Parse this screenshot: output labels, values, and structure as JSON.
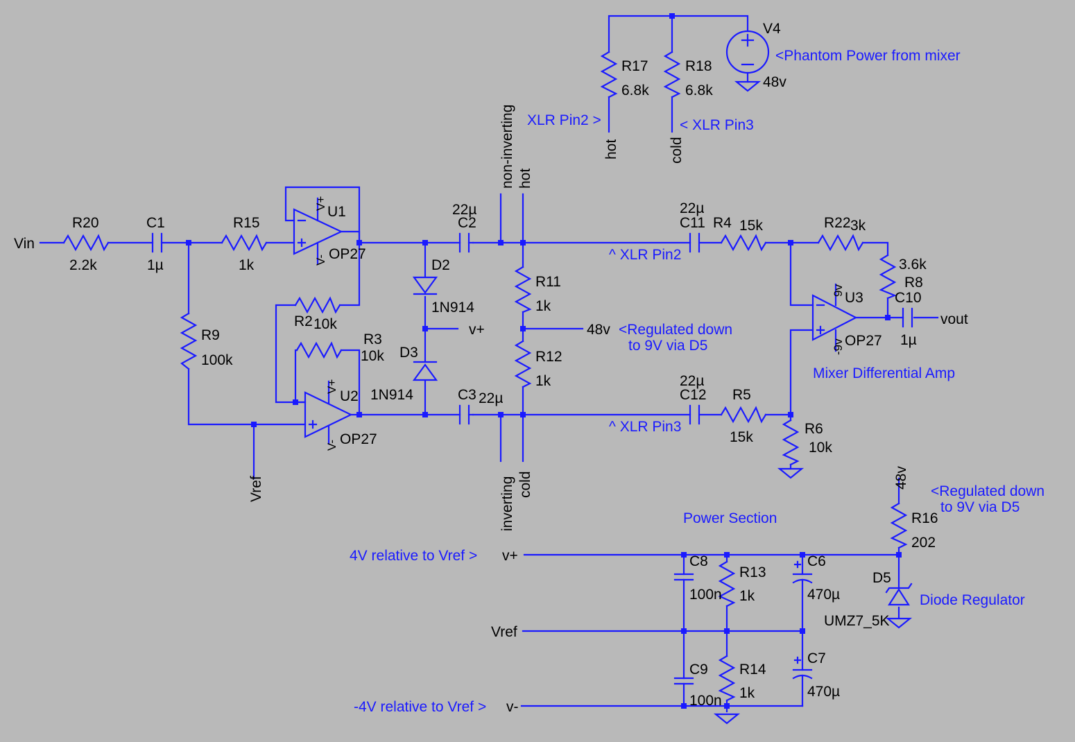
{
  "components": {
    "R20": {
      "ref": "R20",
      "value": "2.2k"
    },
    "C1": {
      "ref": "C1",
      "value": "1µ"
    },
    "R15": {
      "ref": "R15",
      "value": "1k"
    },
    "R9": {
      "ref": "R9",
      "value": "100k"
    },
    "U1": {
      "ref": "U1",
      "model": "OP27",
      "vp": "V+",
      "vn": "V-"
    },
    "U2": {
      "ref": "U2",
      "model": "OP27",
      "vp": "V+",
      "vn": "V-"
    },
    "U3": {
      "ref": "U3",
      "model": "OP27",
      "vp": "9v",
      "vn": "-9v"
    },
    "R2": {
      "ref": "R2",
      "value": "10k"
    },
    "R3": {
      "ref": "R3",
      "value": "10k"
    },
    "C2": {
      "ref": "C2",
      "value": "22µ"
    },
    "C3": {
      "ref": "C3",
      "value": "22µ"
    },
    "D2": {
      "ref": "D2",
      "model": "1N914"
    },
    "D3": {
      "ref": "D3",
      "model": "1N914"
    },
    "R11": {
      "ref": "R11",
      "value": "1k"
    },
    "R12": {
      "ref": "R12",
      "value": "1k"
    },
    "R17": {
      "ref": "R17",
      "value": "6.8k"
    },
    "R18": {
      "ref": "R18",
      "value": "6.8k"
    },
    "V4": {
      "ref": "V4",
      "value": "48v"
    },
    "C11": {
      "ref": "C11",
      "value": "22µ"
    },
    "C12": {
      "ref": "C12",
      "value": "22µ"
    },
    "R4": {
      "ref": "R4",
      "value": "15k"
    },
    "R5": {
      "ref": "R5",
      "value": "15k"
    },
    "R22": {
      "ref": "R22",
      "value": "3k"
    },
    "R8": {
      "ref": "R8",
      "value": "3.6k"
    },
    "R6": {
      "ref": "R6",
      "value": "10k"
    },
    "C10": {
      "ref": "C10",
      "value": "1µ"
    },
    "C8": {
      "ref": "C8",
      "value": "100n"
    },
    "C9": {
      "ref": "C9",
      "value": "100n"
    },
    "R13": {
      "ref": "R13",
      "value": "1k"
    },
    "R14": {
      "ref": "R14",
      "value": "1k"
    },
    "C6": {
      "ref": "C6",
      "value": "470µ"
    },
    "C7": {
      "ref": "C7",
      "value": "470µ"
    },
    "R16": {
      "ref": "R16",
      "value": "202"
    },
    "D5": {
      "ref": "D5",
      "model": "UMZ7_5K"
    }
  },
  "nets": {
    "vin": "Vin",
    "vout": "vout",
    "vref": "Vref",
    "vplus": "v+",
    "vminus": "v-",
    "v48": "48v",
    "hot": "hot",
    "cold": "cold",
    "non_inverting": "non-inverting",
    "inverting": "inverting"
  },
  "annotations": {
    "phantom": "<Phantom Power from mixer",
    "xlr_pin2_left": "XLR Pin2 >",
    "xlr_pin3_right": "< XLR Pin3",
    "xlr_pin2_up": "^ XLR Pin2",
    "xlr_pin3_up": "^ XLR Pin3",
    "regulated_line1": "<Regulated down",
    "regulated_line2": "to 9V via D5",
    "mixer_diff": "Mixer Differential Amp",
    "power_section": "Power Section",
    "vplus_rel": "4V relative to Vref >",
    "vminus_rel": "-4V relative to Vref >",
    "diode_regulator": "Diode Regulator"
  }
}
